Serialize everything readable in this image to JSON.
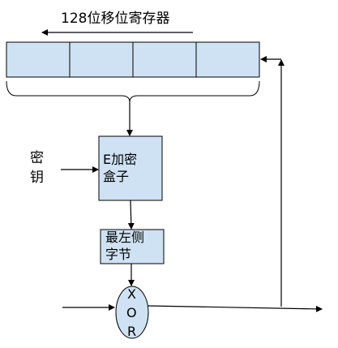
{
  "register": {
    "title": "128位移位寄存器",
    "cells": [
      "",
      "",
      "",
      ""
    ]
  },
  "key_label": {
    "line1": "密",
    "line2": "钥"
  },
  "encrypt_box": {
    "line1": "E加密",
    "line2": "盒子"
  },
  "leftmost_box": {
    "line1": "最左侧",
    "line2": "字节"
  },
  "xor": {
    "letters": [
      "X",
      "O",
      "R"
    ]
  },
  "colors": {
    "box_fill": "#cfe2f3",
    "stroke": "#000000"
  }
}
